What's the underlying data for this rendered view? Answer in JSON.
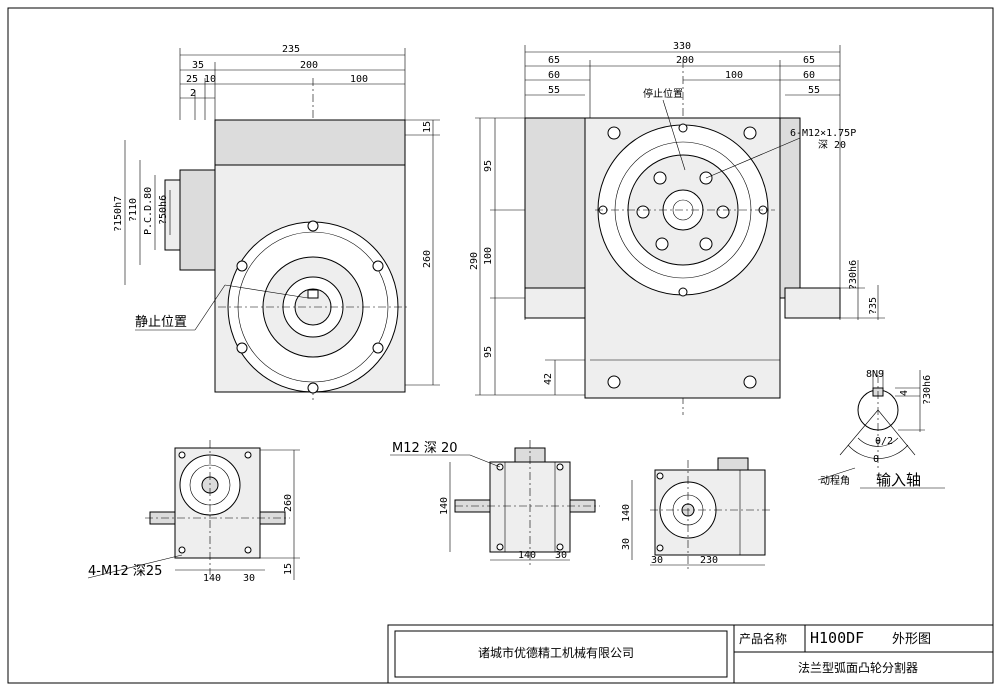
{
  "front_view": {
    "dims_top": [
      "235",
      "35",
      "200",
      "25",
      "10",
      "100",
      "2"
    ],
    "dims_left": [
      "?150h7",
      "?110",
      "P.C.D.80",
      "?50h6"
    ],
    "dims_right": [
      "15",
      "260"
    ],
    "stop_label": "静止位置"
  },
  "side_view": {
    "dims_top": [
      "330",
      "65",
      "200",
      "65",
      "60",
      "100",
      "60",
      "55",
      "55"
    ],
    "stop_label": "停止位置",
    "thread_label": "6-M12×1.75P",
    "depth_label": "深 20",
    "dims_left": [
      "95",
      "290",
      "100",
      "95",
      "42"
    ],
    "dims_right": [
      "?30h6",
      "?35"
    ]
  },
  "shaft_detail": {
    "key_label": "8N9",
    "h_label": "4",
    "d_label": "?30h6",
    "angle_half": "θ/2",
    "angle": "θ",
    "moving_angle_label": "动程角",
    "input_shaft_label": "输入轴"
  },
  "small_view_1": {
    "dims": [
      "260",
      "140",
      "30",
      "15"
    ],
    "bolt_label": "4-M12  深25"
  },
  "small_view_2": {
    "bolt_label": "M12  深 20",
    "dims": [
      "140",
      "140",
      "30"
    ]
  },
  "small_view_3": {
    "dims": [
      "140",
      "30",
      "30",
      "230"
    ]
  },
  "title_block": {
    "company": "诸城市优德精工机械有限公司",
    "product_name_label": "产品名称",
    "model": "H100DF",
    "drawing_type": "外形图",
    "product_desc": "法兰型弧面凸轮分割器"
  }
}
